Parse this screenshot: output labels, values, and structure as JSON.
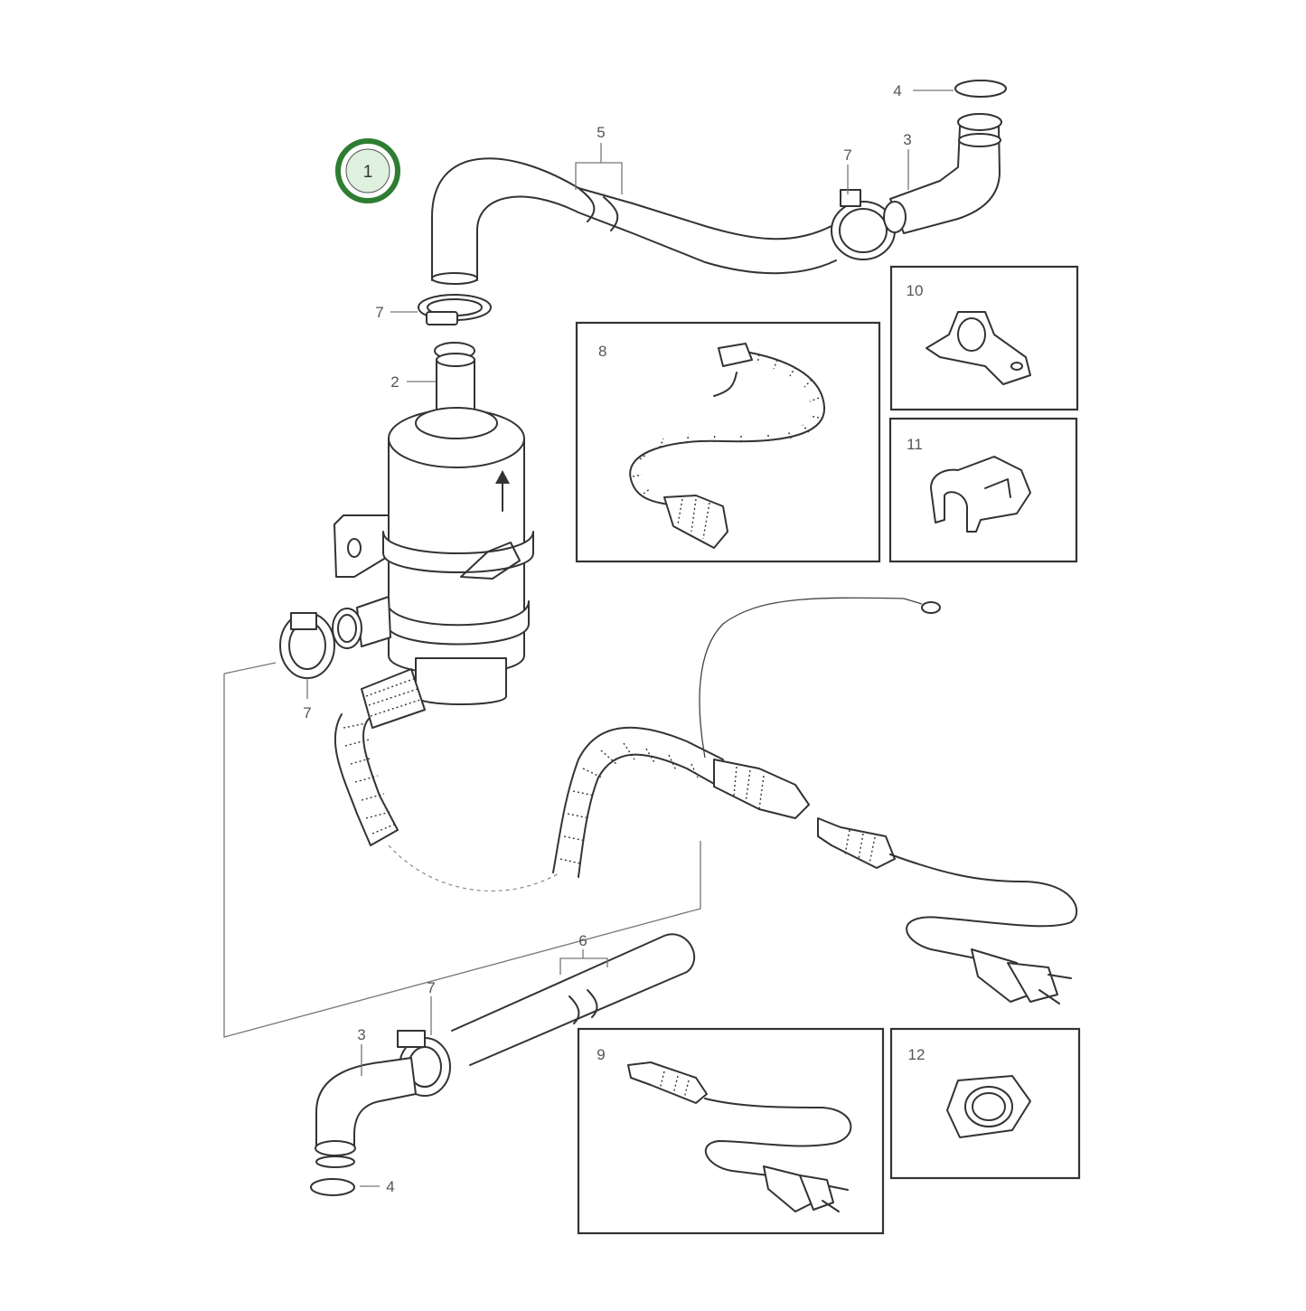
{
  "diagram": {
    "item_number": "1",
    "accent_color": "#2e7d32",
    "callouts": {
      "c2": "2",
      "c3_top": "3",
      "c3_bottom": "3",
      "c4_top": "4",
      "c4_bottom": "4",
      "c5": "5",
      "c6": "6",
      "c7_top_clamp": "7",
      "c7_filter_top": "7",
      "c7_side_clamp": "7",
      "c7_bottom_clamp": "7"
    },
    "detail_boxes": {
      "box8": "8",
      "box9": "9",
      "box10": "10",
      "box11": "11",
      "box12": "12"
    }
  }
}
